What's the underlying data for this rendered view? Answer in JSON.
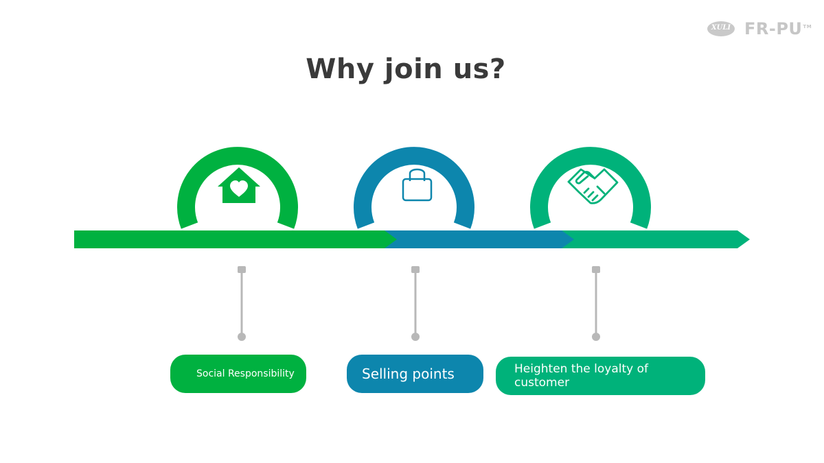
{
  "title": "Why join us?",
  "brand": {
    "xuli": "XULI",
    "frpu": "FR-PU",
    "tm": "TM"
  },
  "colors": {
    "green": "#00b140",
    "blue": "#0d86ad",
    "teal": "#00b27a",
    "connector": "#b8b8b8",
    "text": "#3a3a3a"
  },
  "steps": [
    {
      "icon": "house-heart-icon",
      "label": "Social Responsibility"
    },
    {
      "icon": "shopping-bag-icon",
      "label": "Selling points"
    },
    {
      "icon": "handshake-icon",
      "label": "Heighten the loyalty of customer"
    }
  ]
}
